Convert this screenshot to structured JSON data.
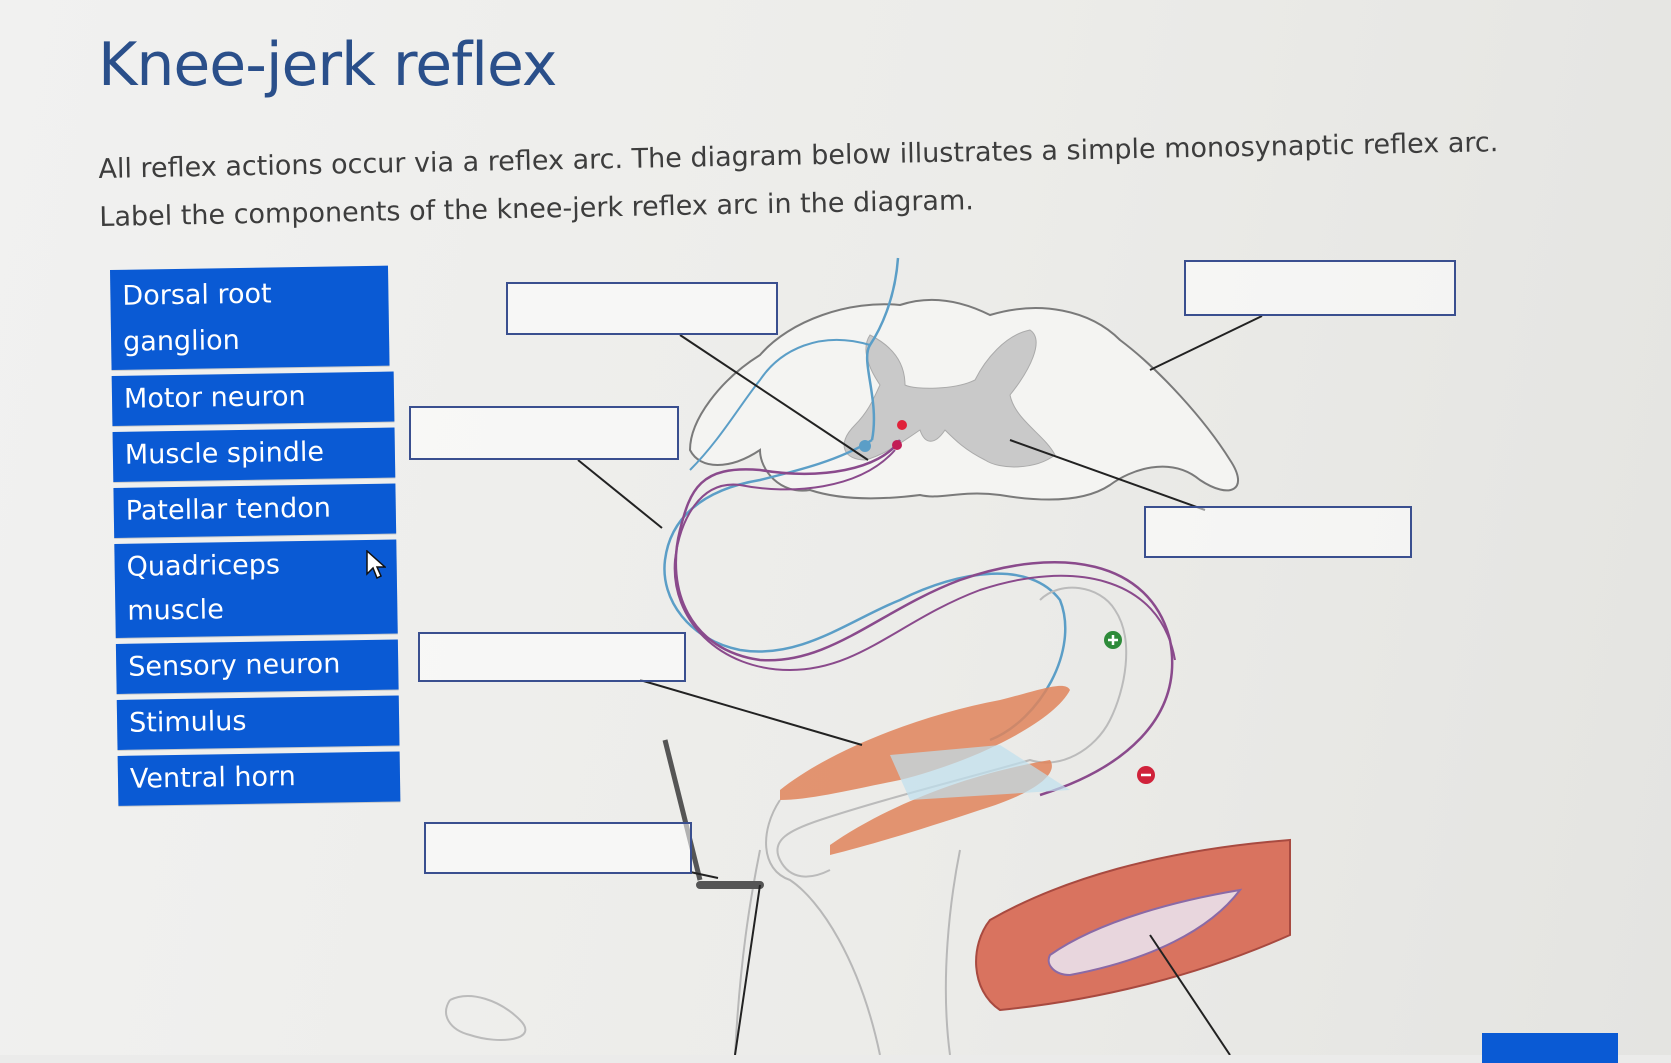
{
  "page": {
    "title": "Knee-jerk reflex",
    "instructions": "All reflex actions occur via a reflex arc. The diagram below illustrates a simple monosynaptic reflex arc. Label the components of the knee-jerk reflex arc in the diagram."
  },
  "word_bank": [
    "Dorsal root ganglion",
    "Motor neuron",
    "Muscle spindle",
    "Patellar tendon",
    "Quadriceps muscle",
    "Sensory neuron",
    "Stimulus",
    "Ventral horn"
  ],
  "colors": {
    "chip": "#0a5ad4",
    "title": "#2a4f8a",
    "drop_border": "#3a4f8f",
    "muscle": "#e0845a",
    "sensory": "#5b9ec7",
    "motor": "#8a4a8c"
  },
  "icons": {
    "excitatory": "plus-circle-icon",
    "inhibitory": "minus-circle-icon",
    "pointer": "mouse-pointer-icon"
  }
}
